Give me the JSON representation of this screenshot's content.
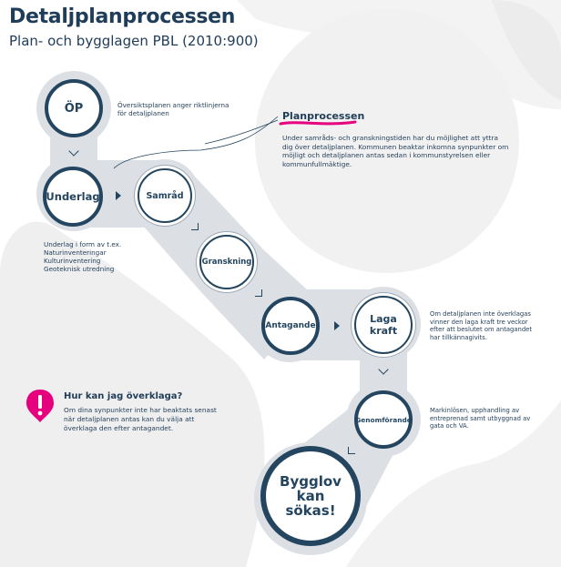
{
  "header": {
    "title": "Detaljplanprocessen",
    "subtitle": "Plan- och bygglagen PBL (2010:900)"
  },
  "steps": {
    "op": "ÖP",
    "underlag": "Underlag",
    "samrad": "Samråd",
    "granskning": "Granskning",
    "antagande": "Antagande",
    "laga_kraft_1": "Laga",
    "laga_kraft_2": "kraft",
    "genomforande": "Genomförande",
    "bygglov_1": "Bygglov",
    "bygglov_2": "kan",
    "bygglov_3": "sökas!"
  },
  "notes": {
    "op_1": "Översiktsplanen anger riktlinjerna",
    "op_2": "för detaljplanen",
    "underlag_1": "Underlag i form av t.ex.",
    "underlag_2": "Naturinventeringar",
    "underlag_3": "Kulturinventering",
    "underlag_4": "Geoteknisk utredning",
    "laga_1": "Om detaljplanen inte överklagas",
    "laga_2": "vinner den laga kraft tre veckor",
    "laga_3": "efter att beslutet om antagandet",
    "laga_4": "har tillkännagivits.",
    "genom_1": "Markinlösen, upphandling av",
    "genom_2": "entreprenad samt utbyggnad av",
    "genom_3": "gata och VA."
  },
  "planprocessen": {
    "title": "Planprocessen",
    "text": "Under samråds- och granskningstiden har du möjlighet att yttra dig över detaljplanen. Kommunen beaktar inkomna synpunkter om möjligt och detaljplanen antas sedan i kommunstyrelsen eller kommunfullmäktige."
  },
  "overklaga": {
    "title": "Hur kan jag överklaga?",
    "text": "Om dina synpunkter inte har beaktats senast när detaljplanen antas kan du välja att överklaga den efter antagandet.",
    "icon": "exclamation-icon"
  },
  "colors": {
    "navy": "#24455f",
    "path_gray": "#dcdfe3",
    "bg_gray": "#efefef",
    "magenta": "#e6007e"
  }
}
